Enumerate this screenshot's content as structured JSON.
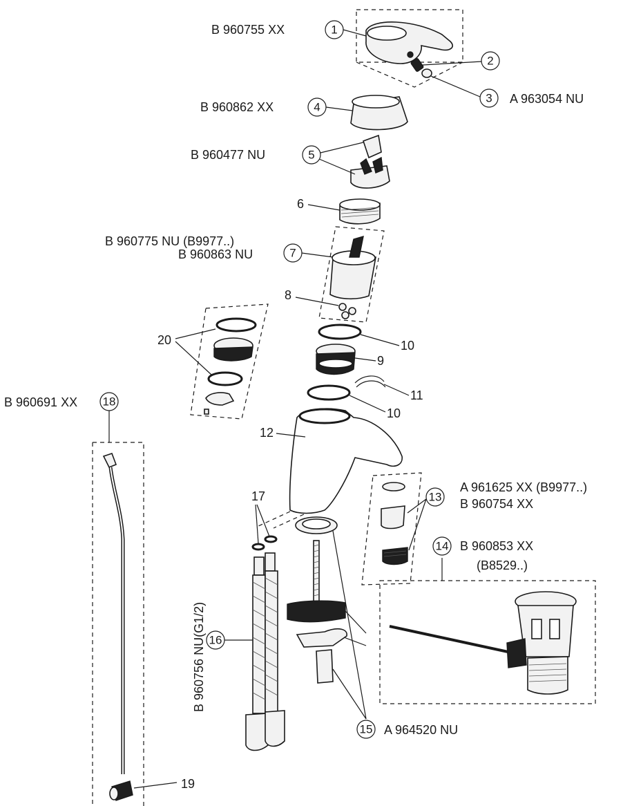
{
  "parts": {
    "p1": {
      "num": "1",
      "code": "B 960755 XX"
    },
    "p2": {
      "num": "2"
    },
    "p3": {
      "num": "3",
      "code": "A 963054 NU"
    },
    "p4": {
      "num": "4",
      "code": "B 960862 XX"
    },
    "p5": {
      "num": "5",
      "code": "B 960477 NU"
    },
    "p6": {
      "num": "6"
    },
    "p7": {
      "num": "7",
      "code_line1": "B 960775 NU (B9977..)",
      "code_line2": "B 960863 NU"
    },
    "p8": {
      "num": "8"
    },
    "p9": {
      "num": "9"
    },
    "p10": {
      "num": "10"
    },
    "p11": {
      "num": "11"
    },
    "p12": {
      "num": "12"
    },
    "p13": {
      "num": "13",
      "code_line1": "A 961625 XX (B9977..)",
      "code_line2": "B 960754 XX"
    },
    "p14": {
      "num": "14",
      "code_line1": "B 960853 XX",
      "code_line2": "(B8529..)"
    },
    "p15": {
      "num": "15",
      "code": "A 964520 NU"
    },
    "p16": {
      "num": "16",
      "code": "B 960756 NU(G1/2)"
    },
    "p17": {
      "num": "17"
    },
    "p18": {
      "num": "18",
      "code": "B 960691 XX"
    },
    "p19": {
      "num": "19"
    },
    "p20": {
      "num": "20"
    }
  }
}
